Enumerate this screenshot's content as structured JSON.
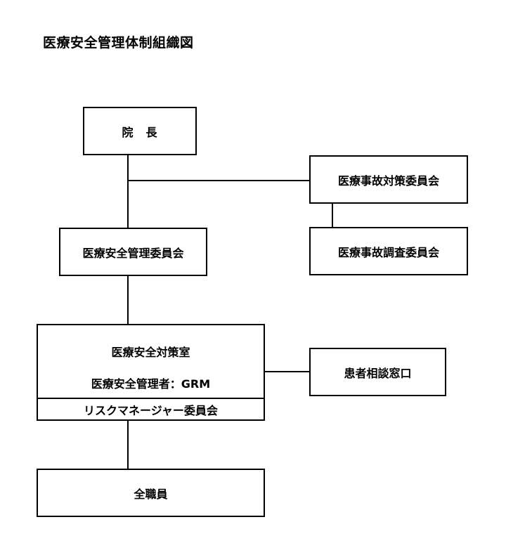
{
  "title": "医療安全管理体制組織図",
  "nodes": {
    "director": "院　長",
    "accident_countermeasures_committee": "医療事故対策委員会",
    "accident_investigation_committee": "医療事故調査委員会",
    "safety_management_committee": "医療安全管理委員会",
    "safety_office": {
      "name": "医療安全対策室",
      "manager": "医療安全管理者：GRM",
      "risk_manager_committee": "リスクマネージャー委員会"
    },
    "patient_consultation": "患者相談窓口",
    "all_staff": "全職員"
  },
  "edges": [
    [
      "director",
      "safety_management_committee"
    ],
    [
      "director",
      "accident_countermeasures_committee"
    ],
    [
      "accident_countermeasures_committee",
      "accident_investigation_committee"
    ],
    [
      "safety_management_committee",
      "safety_office"
    ],
    [
      "safety_office",
      "patient_consultation"
    ],
    [
      "safety_office",
      "all_staff"
    ]
  ]
}
